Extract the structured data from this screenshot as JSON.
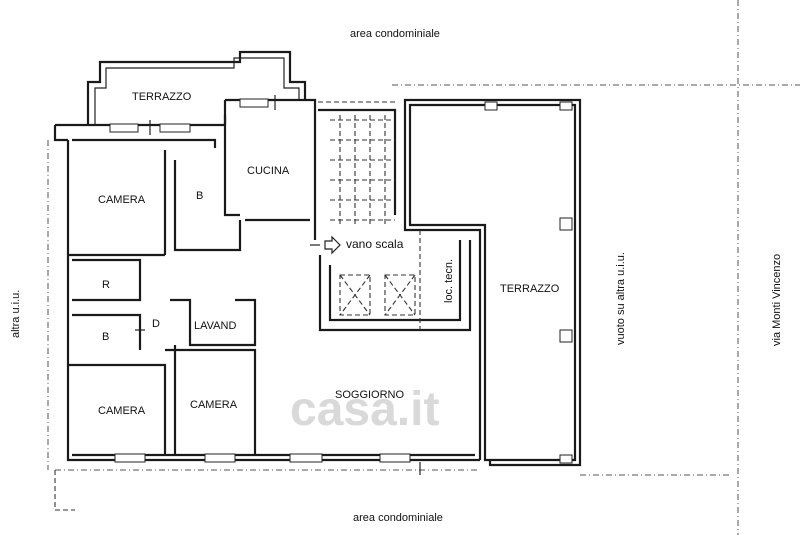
{
  "labels": {
    "top_area": "area condominiale",
    "bottom_area": "area condominiale",
    "terrace_top": "TERRAZZO",
    "terrace_right": "TERRAZZO",
    "kitchen": "CUCINA",
    "bedroom_top": "CAMERA",
    "bath_top": "B",
    "closet": "R",
    "bath_bottom": "B",
    "hall": "D",
    "laundry": "LAVAND",
    "bedroom_bottom_left": "CAMERA",
    "bedroom_bottom_mid": "CAMERA",
    "living": "SOGGIORNO",
    "stair": "vano scala",
    "tech_room": "loc. tecn.",
    "left_side": "altra u.i.u.",
    "right_void": "vuoto su altra u.i.u.",
    "street": "via Monti Vincenzo"
  },
  "watermark": "casa.it"
}
